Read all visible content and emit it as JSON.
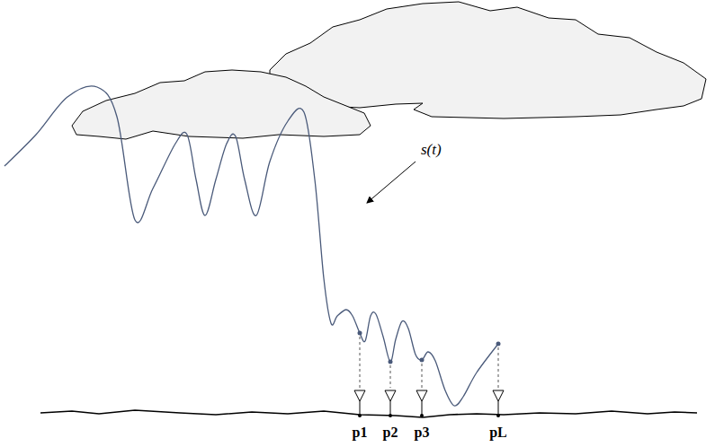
{
  "diagram": {
    "labels": [
      "s(t)",
      "p1",
      "p2",
      "p3",
      "pL"
    ]
  }
}
